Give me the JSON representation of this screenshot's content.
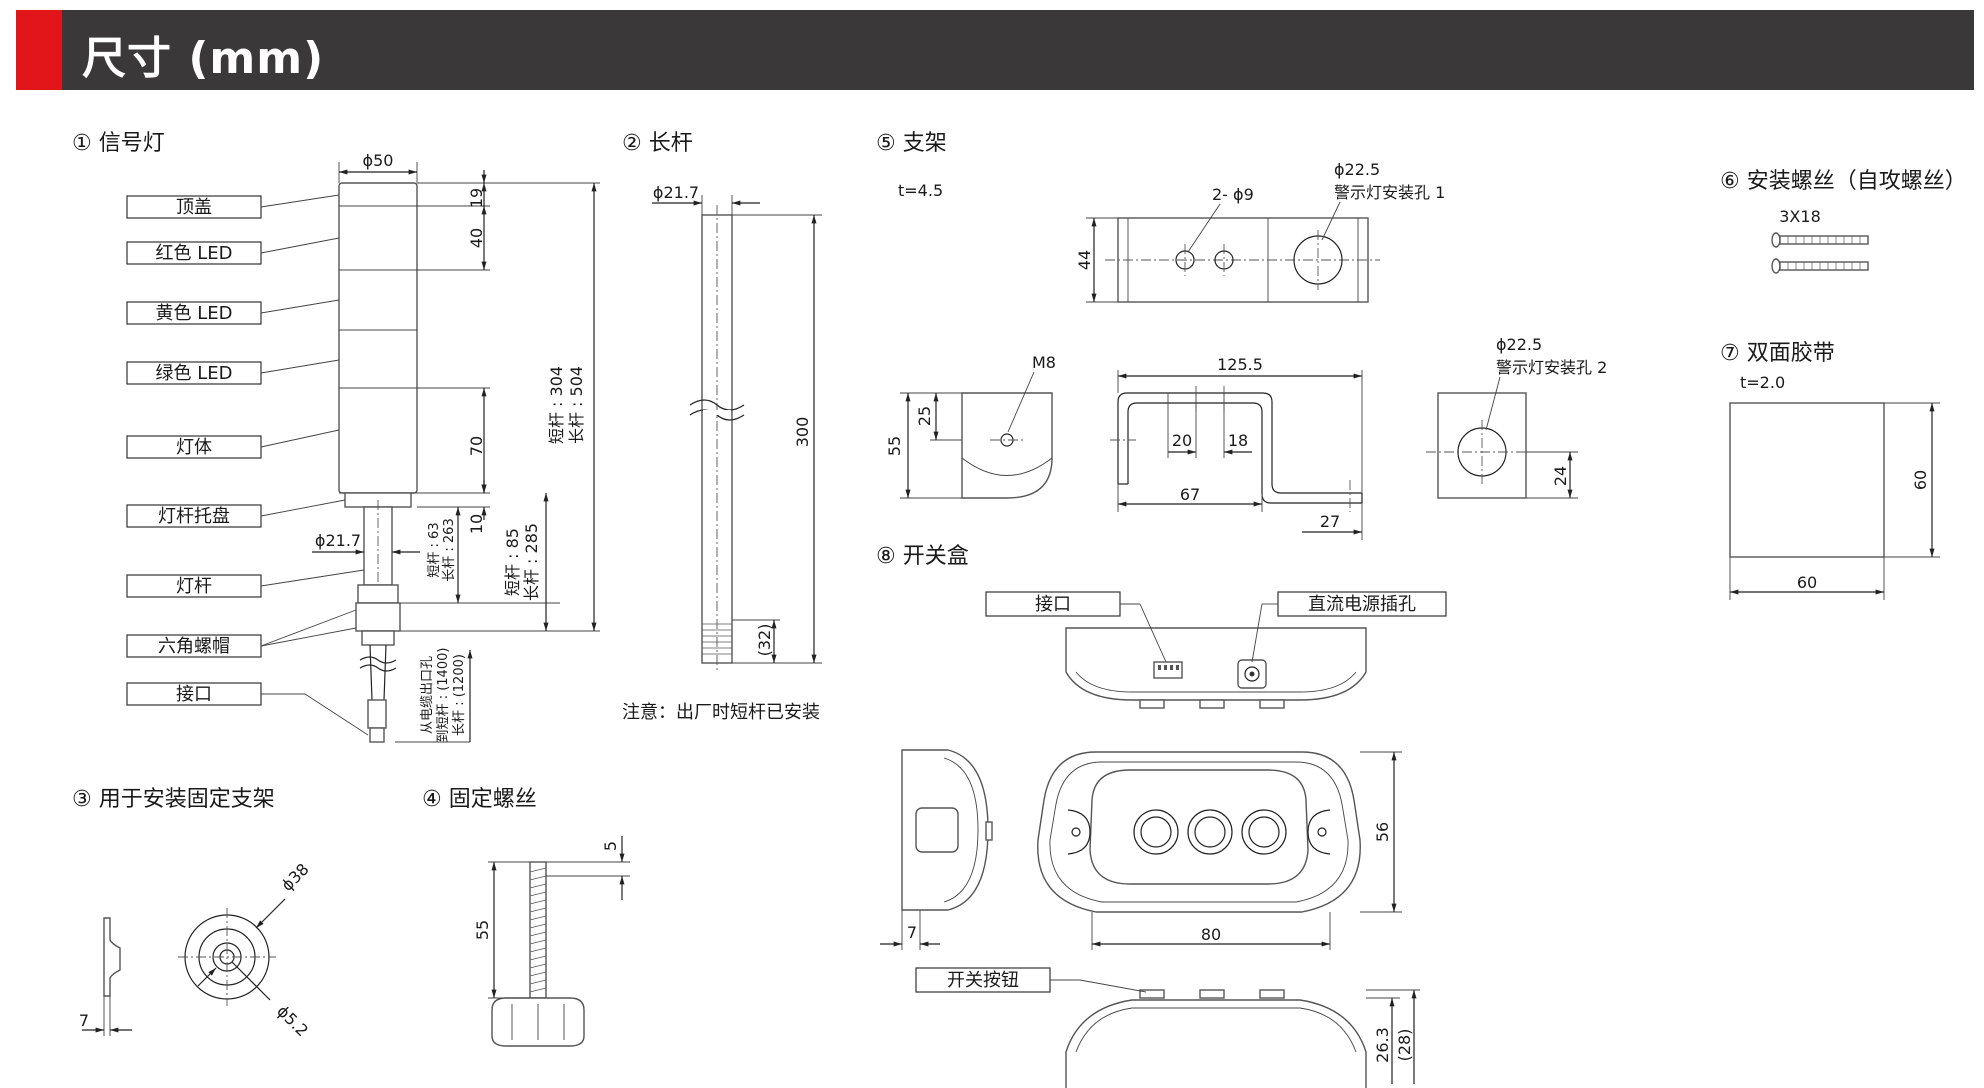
{
  "header": {
    "title": "尺寸 (mm)"
  },
  "sections": {
    "s1": "① 信号灯",
    "s2": "② 长杆",
    "s3": "③ 用于安装固定支架",
    "s4": "④ 固定螺丝",
    "s5": "⑤ 支架",
    "s6": "⑥ 安装螺丝（自攻螺丝）",
    "s7": "⑦ 双面胶带",
    "s8": "⑧ 开关盒"
  },
  "signal_light": {
    "labels": [
      "顶盖",
      "红色 LED",
      "黄色 LED",
      "绿色 LED",
      "灯体",
      "灯杆托盘",
      "灯杆",
      "六角螺帽",
      "接口"
    ],
    "dim_top_phi": "ϕ50",
    "dim_pole_phi": "ϕ21.7",
    "dim_19": "19",
    "dim_40": "40",
    "dim_70": "70",
    "dim_10": "10",
    "dim_total_a": "短杆 : 304",
    "dim_total_b": "长杆 : 504",
    "dim_pole_a": "短杆 : 63",
    "dim_pole_b": "长杆 : 263",
    "dim_mid_a": "短杆 : 85",
    "dim_mid_b": "长杆 : 285",
    "cable_a": "从电缆出口孔",
    "cable_b": "到短杆 : (1400)",
    "cable_c": "长杆 : (1200)"
  },
  "long_pole": {
    "phi": "ϕ21.7",
    "len": "300",
    "thread": "(32)",
    "note": "注意：出厂时短杆已安装"
  },
  "bracket": {
    "t": "t=4.5",
    "holes": "2- ϕ9",
    "h1_phi": "ϕ22.5",
    "h1_label": "警示灯安装孔 1",
    "h44": "44",
    "m8": "M8",
    "d25": "25",
    "d55": "55",
    "d1255": "125.5",
    "d20": "20",
    "d18": "18",
    "d67": "67",
    "d27": "27",
    "h2_phi": "ϕ22.5",
    "h2_label": "警示灯安装孔 2",
    "d24": "24"
  },
  "screws": {
    "size": "3X18"
  },
  "tape": {
    "t": "t=2.0",
    "w": "60",
    "h": "60"
  },
  "switch_box": {
    "port": "接口",
    "dc": "直流电源插孔",
    "button": "开关按钮",
    "d7": "7",
    "d80": "80",
    "d56": "56",
    "d263": "26.3",
    "d28": "(28)"
  },
  "fixing_bracket": {
    "d7": "7",
    "phi38": "ϕ38",
    "phi52": "ϕ5.2"
  },
  "fixing_screw": {
    "d5": "5",
    "d55": "55"
  }
}
